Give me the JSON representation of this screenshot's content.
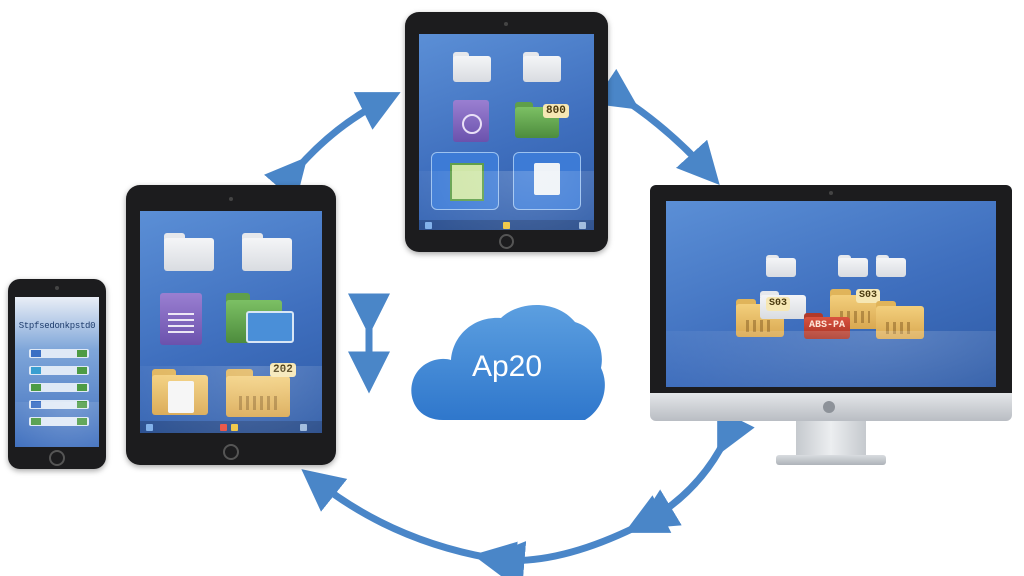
{
  "cloud": {
    "label": "Ap20"
  },
  "phone": {
    "title": "Stpfsedonkpstd0",
    "rows": [
      {
        "color": "#3a6fc4"
      },
      {
        "color": "#3a9fd1"
      },
      {
        "color": "#4d9b45"
      },
      {
        "color": "#3a6fc4"
      },
      {
        "color": "#4d9b45"
      }
    ]
  },
  "tablet_left": {
    "badge": "202"
  },
  "tablet_top": {
    "badge": "800"
  },
  "monitor": {
    "badge_1": "S03",
    "badge_2": "S03",
    "badge_3": "ABS-PA"
  },
  "colors": {
    "arrow": "#4a86c8",
    "cloud_top": "#5c9fe0",
    "cloud_bottom": "#2f77cc",
    "screen": "#3f6fbe"
  }
}
